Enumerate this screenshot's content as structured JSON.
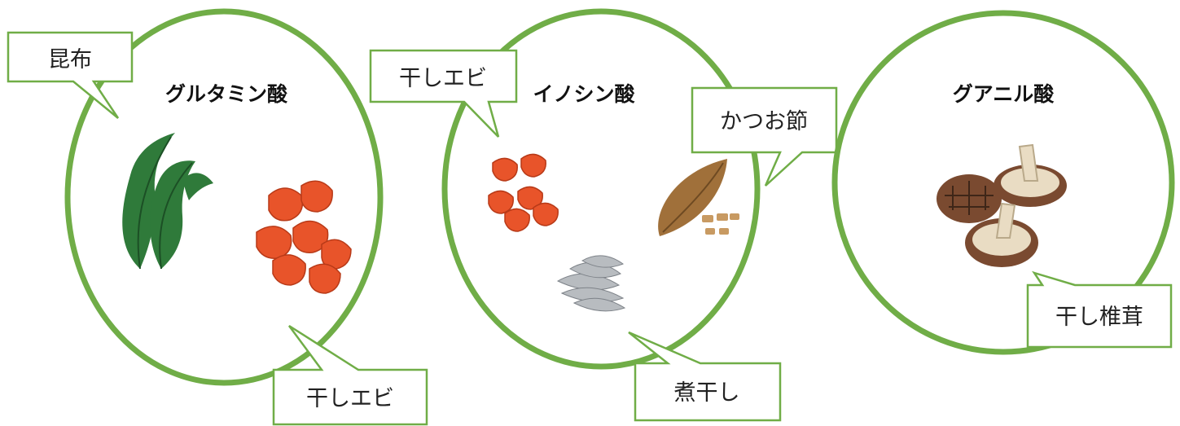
{
  "theme": {
    "ring_color": "#70ad47",
    "callout_border": "#70ad47",
    "text_color": "#222222",
    "kelp_color": "#2f7a3a",
    "shrimp_color": "#e8542a",
    "katsuobushi_color": "#a0703a",
    "niboshi_color": "#b8bcc0",
    "shiitake_color": "#7a4a30"
  },
  "groups": [
    {
      "title": "グルタミン酸",
      "callouts": [
        "昆布",
        "干しエビ"
      ],
      "illustrations": [
        "kelp-icon",
        "dried-shrimp-icon"
      ]
    },
    {
      "title": "イノシン酸",
      "callouts": [
        "干しエビ",
        "かつお節",
        "煮干し"
      ],
      "illustrations": [
        "dried-shrimp-icon",
        "katsuobushi-icon",
        "niboshi-icon"
      ]
    },
    {
      "title": "グアニル酸",
      "callouts": [
        "干し椎茸"
      ],
      "illustrations": [
        "dried-shiitake-icon"
      ]
    }
  ]
}
